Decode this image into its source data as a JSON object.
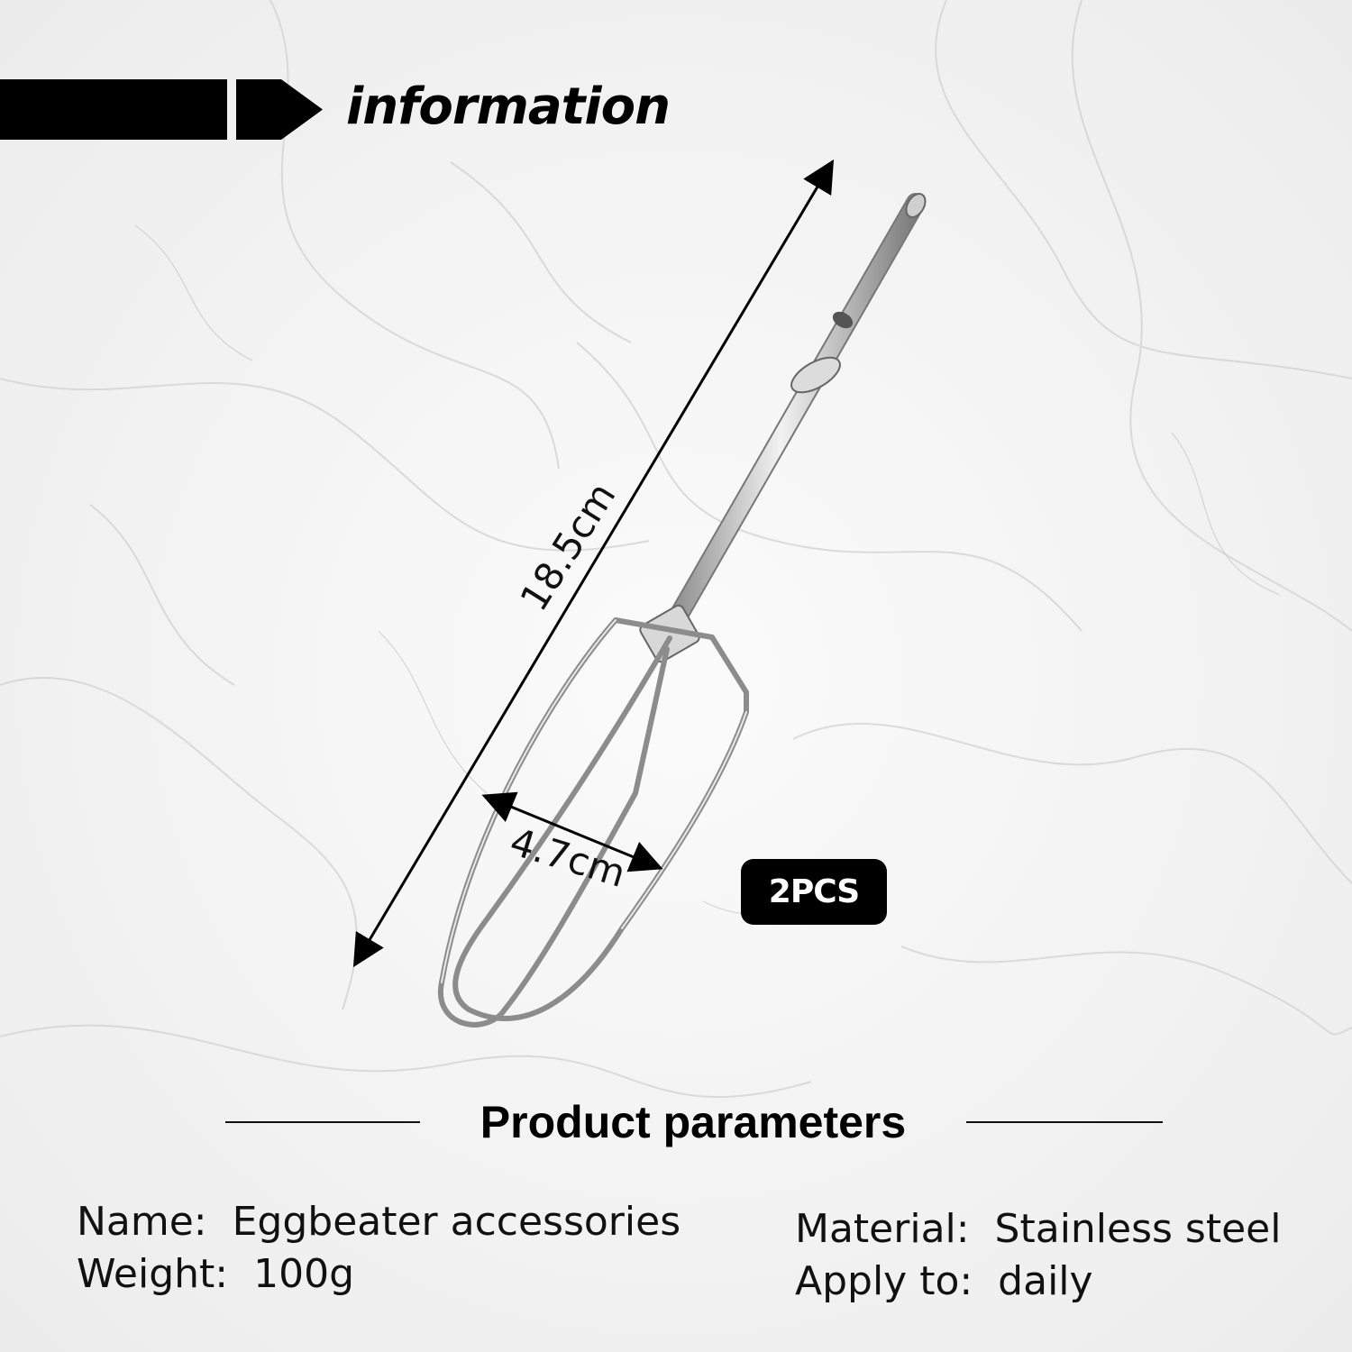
{
  "header": {
    "title": "information"
  },
  "product": {
    "length_label": "18.5cm",
    "width_label": "4.7cm",
    "badge": "2PCS",
    "image_icon": "whisk-beater"
  },
  "parameters": {
    "title": "Product parameters",
    "name": "Name:  Eggbeater accessories",
    "weight": "Weight:  100g",
    "material": "Material:  Stainless steel",
    "apply_to": "Apply to:  daily"
  },
  "colors": {
    "background": "#f4f4f4",
    "text": "#000000",
    "badge_bg": "#000000",
    "badge_text": "#ffffff"
  }
}
